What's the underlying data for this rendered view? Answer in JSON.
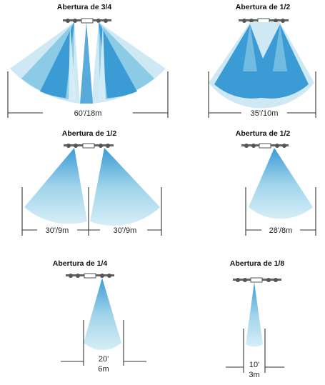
{
  "colors": {
    "light": "#cfe9f4",
    "medium": "#8ccbe6",
    "dark": "#3a9bd5",
    "line": "#333333",
    "fixture": "#555555"
  },
  "panels": [
    {
      "title": "Abertura de 3/4",
      "dimensions": [
        "60'/18m"
      ]
    },
    {
      "title": "Abertura de 1/2",
      "dimensions": [
        "35'/10m"
      ]
    },
    {
      "title": "Abertura de 1/2",
      "dimensions": [
        "30'/9m",
        "30'/9m"
      ]
    },
    {
      "title": "Abertura de 1/2",
      "dimensions": [
        "28'/8m"
      ]
    },
    {
      "title": "Abertura de 1/4",
      "dimensions": [
        "20'",
        "6m"
      ]
    },
    {
      "title": "Abertura de 1/8",
      "dimensions": [
        "10'",
        "3m"
      ]
    }
  ]
}
